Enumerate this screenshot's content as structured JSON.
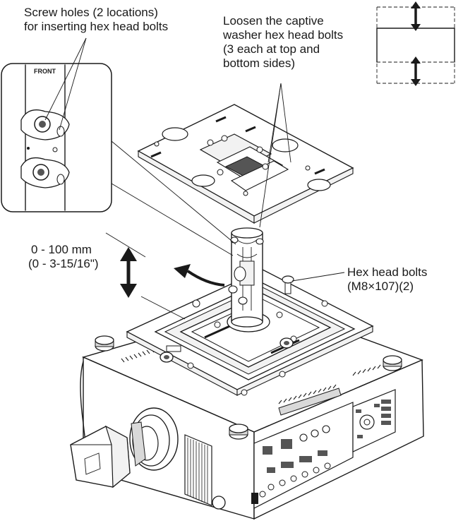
{
  "labels": {
    "screw_holes": [
      "Screw holes (2 locations)",
      "for inserting hex head bolts"
    ],
    "loosen": [
      "Loosen the captive",
      "washer hex head bolts",
      "(3 each at top and",
      "bottom sides)"
    ],
    "range": [
      "0 - 100 mm",
      "(0 - 3-15/16\")"
    ],
    "hex_bolts": [
      "Hex head bolts",
      "(M8×107)(2)"
    ],
    "inset_front": "FRONT"
  }
}
